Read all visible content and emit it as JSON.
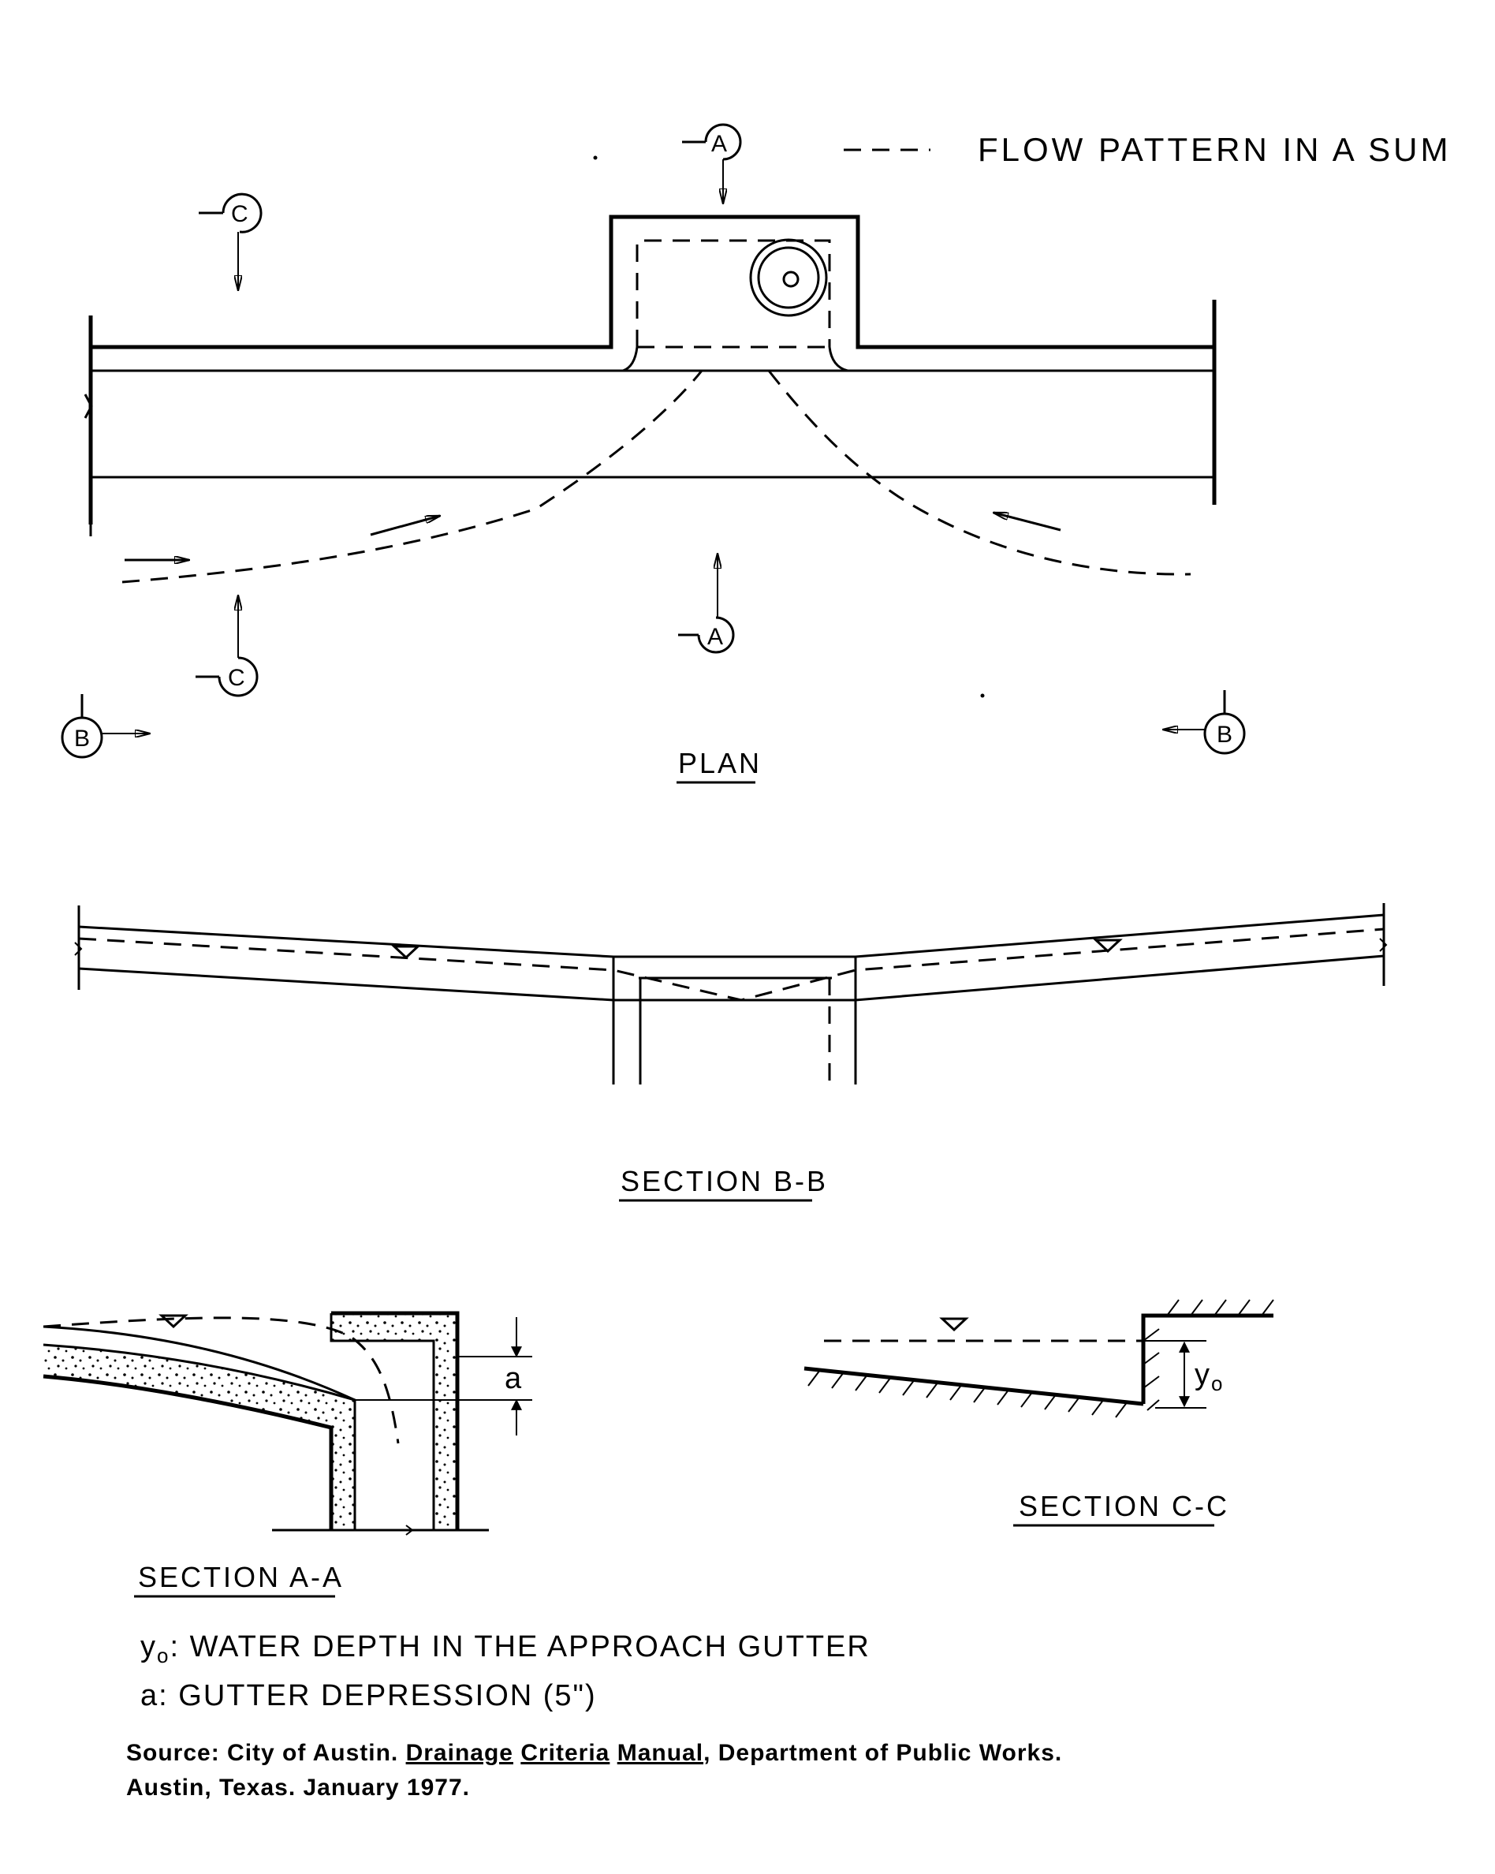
{
  "legend": {
    "text": "FLOW PATTERN IN A SUM"
  },
  "titles": {
    "plan": "PLAN",
    "section_bb": "SECTION B-B",
    "section_aa": "SECTION A-A",
    "section_cc": "SECTION C-C"
  },
  "cut_markers": {
    "a": "A",
    "b": "B",
    "c": "C"
  },
  "dimensions": {
    "a": "a",
    "y_base": "y",
    "y_sub": "o"
  },
  "notes": {
    "y_symbol": "y",
    "y_sub": "o",
    "y_text": ": WATER DEPTH IN THE APPROACH GUTTER",
    "a_symbol": "a",
    "a_text": ": GUTTER DEPRESSION (5\")"
  },
  "source": {
    "prefix": "Source: City of Austin. ",
    "t1": "Drainage",
    "t2": "Criteria",
    "t3": "Manual",
    "suffix": ", Department of Public Works.",
    "line2": "Austin, Texas. January 1977."
  }
}
